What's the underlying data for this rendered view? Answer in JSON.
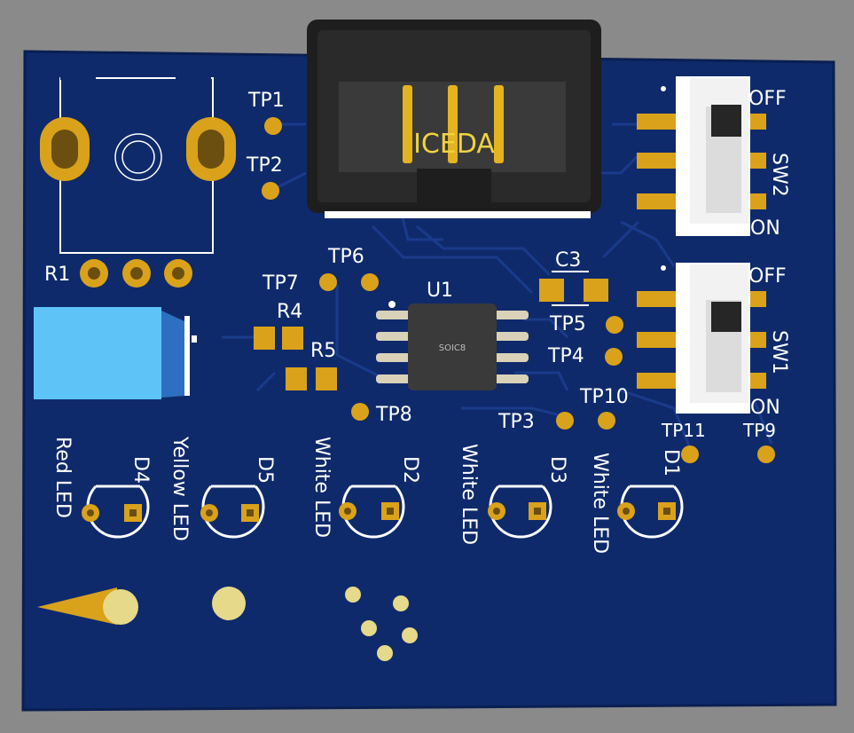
{
  "board": {
    "colors": {
      "background": "#8a8a8a",
      "pcb": "#0f2a6b",
      "pcb_edge": "#0a1f52",
      "trace": "#1c3d8f",
      "pad": "#d9a21a",
      "pad_hole": "#6b4f10",
      "silk": "#ffffff",
      "ic_body": "#3a3a3a",
      "connector": "#1e1e1e",
      "switch_body": "#f2f2f2",
      "button_top": "#5ec4f7",
      "button_side": "#2f6fc1",
      "fiducial": "#e6d98a"
    }
  },
  "labels": {
    "tp1": "TP1",
    "tp2": "TP2",
    "tp3": "TP3",
    "tp4": "TP4",
    "tp5": "TP5",
    "tp6": "TP6",
    "tp7": "TP7",
    "tp8": "TP8",
    "tp9": "TP9",
    "tp10": "TP10",
    "tp11": "TP11",
    "r1": "R1",
    "r4": "R4",
    "r5": "R5",
    "u1": "U1",
    "ic_package": "SOIC8",
    "c3": "C3",
    "connector": "ICEDA",
    "sw1": "SW1",
    "sw2": "SW2",
    "sw1_off": "OFF",
    "sw1_on": "ON",
    "sw2_off": "OFF",
    "sw2_on": "ON",
    "d1": "D1",
    "d2": "D2",
    "d3": "D3",
    "d4": "D4",
    "d5": "D5",
    "d1_desc": "White LED",
    "d2_desc": "White LED",
    "d3_desc": "White LED",
    "d4_desc": "Red LED",
    "d5_desc": "Yellow LED"
  }
}
